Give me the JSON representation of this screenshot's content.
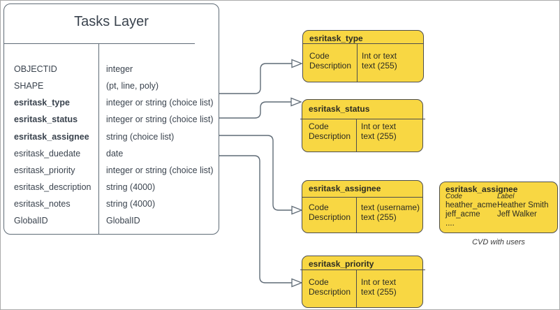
{
  "colors": {
    "box_fill": "#F8D743",
    "box_border": "#4D4D4D",
    "table_line": "#5F6B76",
    "ink": "#3A434E",
    "frame": "#ABABAB"
  },
  "table": {
    "title": "Tasks Layer",
    "rows": [
      {
        "field": "OBJECTID",
        "type": "integer"
      },
      {
        "field": "SHAPE",
        "type": "(pt, line, poly)"
      },
      {
        "field": "esritask_type",
        "type": "integer or string (choice list)"
      },
      {
        "field": "esritask_status",
        "type": "integer or string (choice list)"
      },
      {
        "field": "esritask_assignee",
        "type": "string (choice list)"
      },
      {
        "field": "esritask_duedate",
        "type": "date"
      },
      {
        "field": "esritask_priority",
        "type": "integer or string (choice list)"
      },
      {
        "field": "esritask_description",
        "type": "string (4000)"
      },
      {
        "field": "esritask_notes",
        "type": "string (4000)"
      },
      {
        "field": "GlobalID",
        "type": "GlobalID"
      }
    ]
  },
  "choice_boxes": [
    {
      "title": "esritask_type",
      "rows_left": [
        "Code",
        "Description"
      ],
      "rows_right": [
        "Int or text",
        "text (255)"
      ]
    },
    {
      "title": "esritask_status",
      "rows_left": [
        "Code",
        "Description"
      ],
      "rows_right": [
        "Int or text",
        "text (255)"
      ]
    },
    {
      "title": "esritask_assignee",
      "rows_left": [
        "Code",
        "Description"
      ],
      "rows_right": [
        "text (username)",
        "text (255)"
      ]
    },
    {
      "title": "esritask_priority",
      "rows_left": [
        "Code",
        "Description"
      ],
      "rows_right": [
        "Int or text",
        "text (255)"
      ]
    }
  ],
  "cvd_box": {
    "title": "esritask_assignee",
    "code_header": "Code",
    "label_header": "Label",
    "codes": [
      "heather_acme",
      "jeff_acme"
    ],
    "labels": [
      "Heather Smith",
      "Jeff Walker"
    ],
    "ellipsis": "....",
    "caption": "CVD with users"
  }
}
